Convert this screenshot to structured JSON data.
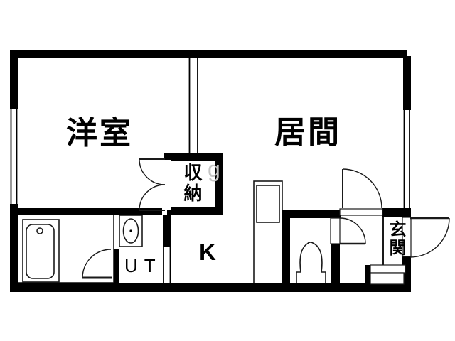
{
  "floorplan": {
    "rooms": {
      "western_room": {
        "label": "洋室"
      },
      "living_room": {
        "label": "居間"
      },
      "closet": {
        "label": "収納"
      },
      "kitchen": {
        "label": "K"
      },
      "utility": {
        "label": "UT"
      },
      "entrance": {
        "label": "玄関"
      }
    },
    "watermark": "g",
    "colors": {
      "wall": "#000000",
      "background": "#ffffff",
      "line": "#1a1a1a",
      "watermark": "#c5c5c5"
    }
  }
}
